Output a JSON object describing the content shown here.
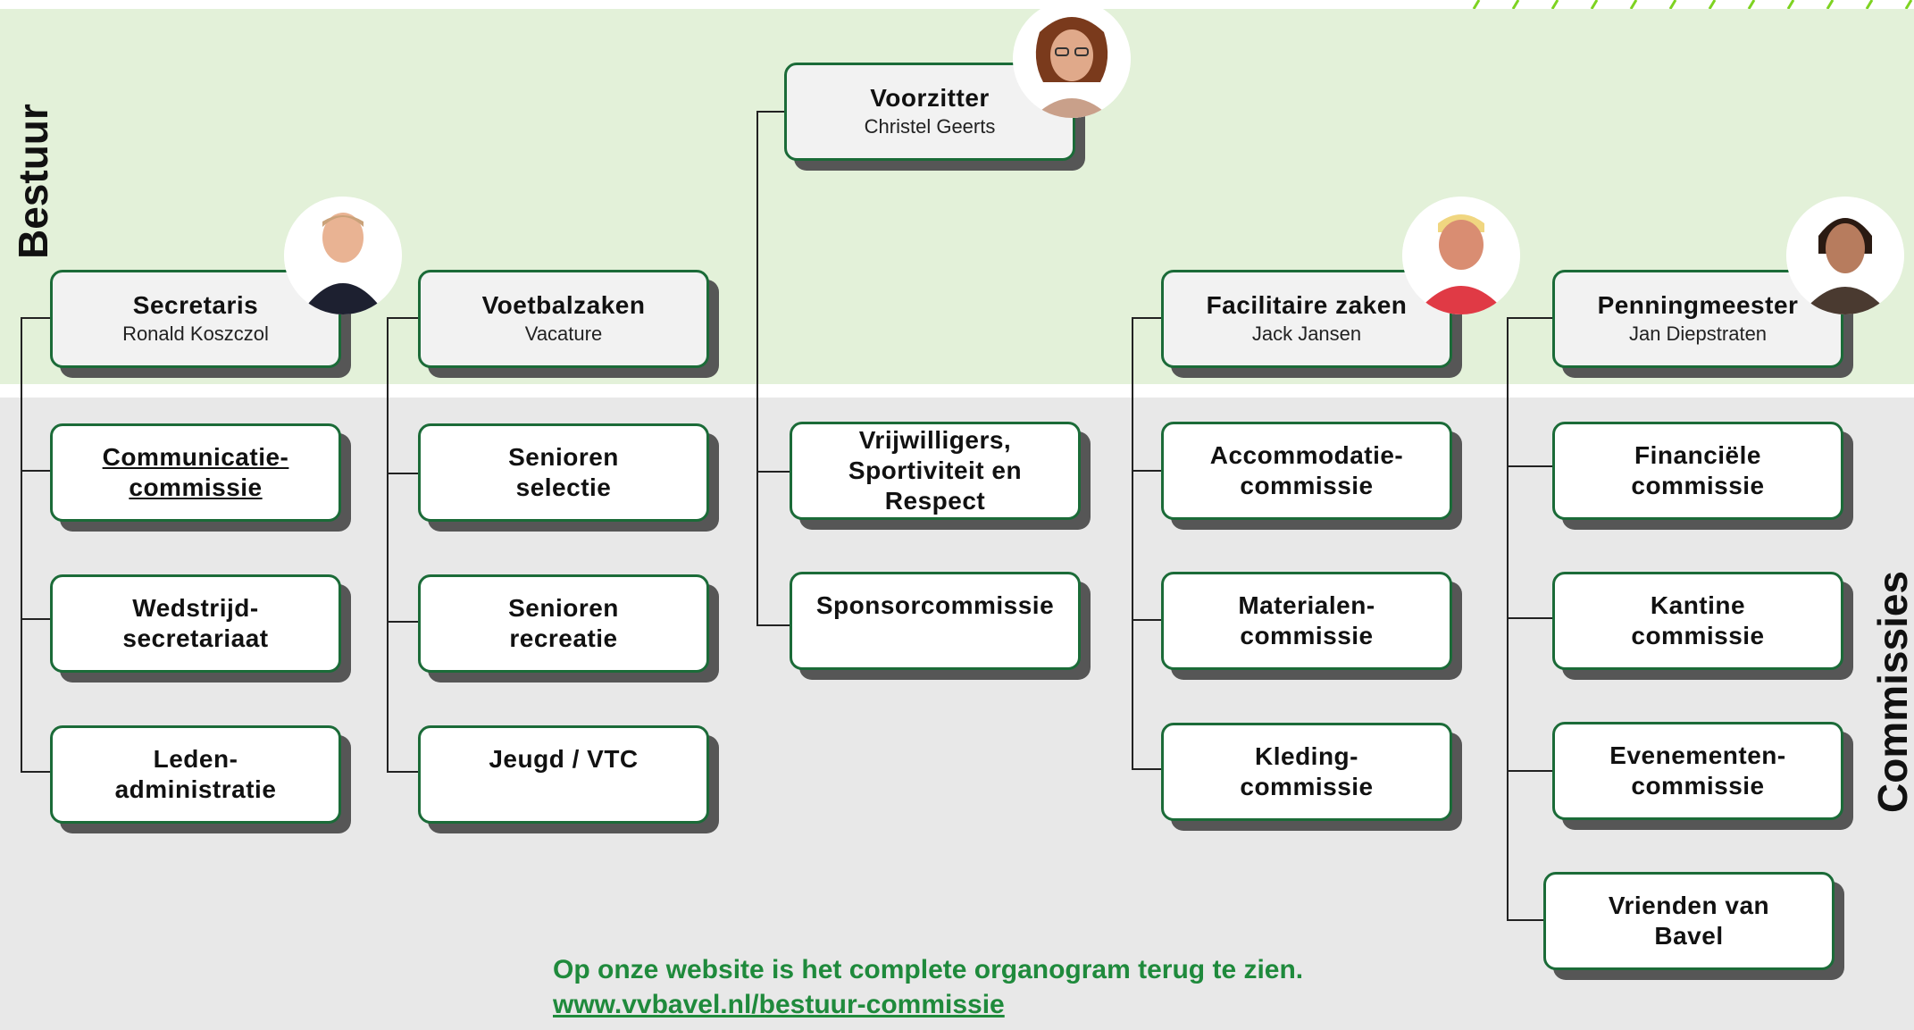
{
  "side_labels": {
    "top": "Bestuur",
    "bottom": "Commissies"
  },
  "heads": {
    "voorzitter": {
      "title": "Voorzitter",
      "name": "Christel Geerts"
    },
    "secretaris": {
      "title": "Secretaris",
      "name": "Ronald Koszczol"
    },
    "voetbalzaken": {
      "title": "Voetbalzaken",
      "name": "Vacature"
    },
    "facilitaire": {
      "title": "Facilitaire zaken",
      "name": "Jack Jansen"
    },
    "penningmeester": {
      "title": "Penningmeester",
      "name": "Jan Diepstraten"
    }
  },
  "commissies": {
    "col1": [
      [
        "Communicatie-",
        "commissie"
      ],
      [
        "Wedstrijd-",
        "secretariaat"
      ],
      [
        "Leden-",
        "administratie"
      ]
    ],
    "col2": [
      [
        "Senioren",
        "selectie"
      ],
      [
        "Senioren",
        "recreatie"
      ],
      [
        "Jeugd / VTC"
      ]
    ],
    "col3": [
      [
        "Vrijwilligers,",
        "Sportiviteit en",
        "Respect"
      ],
      [
        "Sponsorcommissie"
      ]
    ],
    "col4": [
      [
        "Accommodatie-",
        "commissie"
      ],
      [
        "Materialen-",
        "commissie"
      ],
      [
        "Kleding-",
        "commissie"
      ]
    ],
    "col5": [
      [
        "Financiële",
        "commissie"
      ],
      [
        "Kantine",
        "commissie"
      ],
      [
        "Evenementen-",
        "commissie"
      ],
      [
        "Vrienden van",
        "Bavel"
      ]
    ]
  },
  "footer": {
    "line1": "Op onze website is het complete organogram terug te zien.",
    "line2": "www.vvbavel.nl/bestuur-commissie"
  },
  "colors": {
    "border": "#1b6b38",
    "shadow": "#565656",
    "band_top": "#e3f1d9",
    "band_bottom": "#e8e8e8",
    "footer_text": "#1f8a3c"
  },
  "icons": [
    "person-photo-icon"
  ]
}
